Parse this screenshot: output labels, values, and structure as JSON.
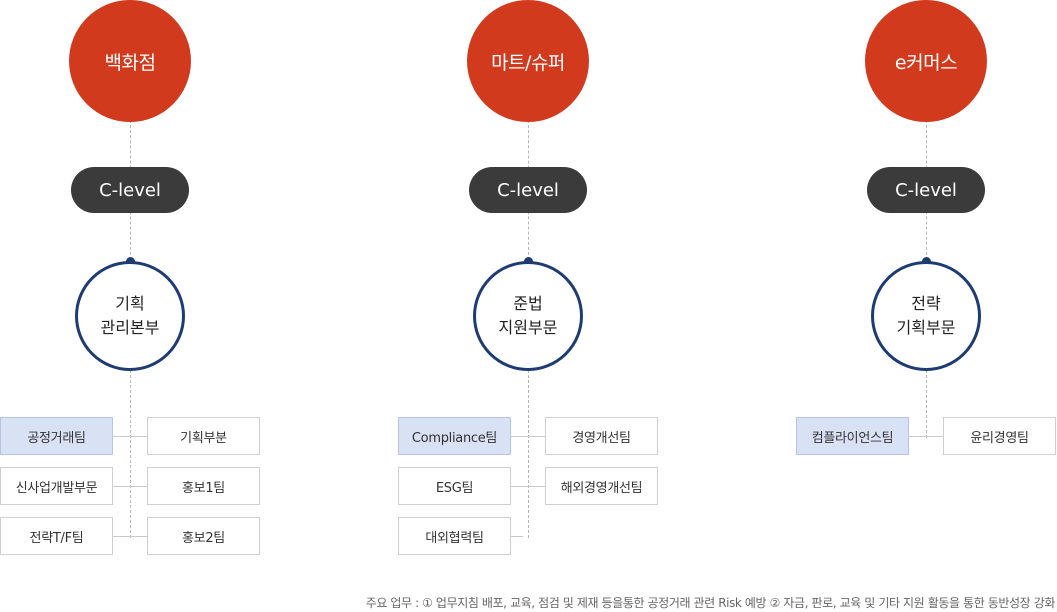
{
  "columns": [
    {
      "top": "백화점",
      "level": "C-level",
      "division_line1": "기획",
      "division_line2": "관리본부",
      "left_boxes": [
        "공정거래팀",
        "신사업개발부문",
        "전략T/F팀"
      ],
      "right_boxes": [
        "기획부분",
        "홍보1팀",
        "홍보2팀"
      ],
      "highlighted": "공정거래팀"
    },
    {
      "top": "마트/슈퍼",
      "level": "C-level",
      "division_line1": "준법",
      "division_line2": "지원부문",
      "left_boxes": [
        "Compliance팀",
        "ESG팀",
        "대외협력팀"
      ],
      "right_boxes": [
        "경영개선팀",
        "해외경영개선팀"
      ],
      "highlighted": "Compliance팀"
    },
    {
      "top": "e커머스",
      "level": "C-level",
      "division_line1": "전략",
      "division_line2": "기획부문",
      "left_boxes": [
        "컴플라이언스팀"
      ],
      "right_boxes": [
        "윤리경영팀"
      ],
      "highlighted": "컴플라이언스팀"
    }
  ],
  "footnote": "주요 업무 : ① 업무지침 배포, 교육, 점검 및 제재 등을통한 공정거래 관련 Risk 예방 ② 자금, 판로, 교육 및 기타 지원 활동을 통한 동반성장 강화",
  "colors": {
    "top_circle": "#d23a1e",
    "pill": "#3b3b3b",
    "ring": "#1e3c72",
    "highlight": "#d9e1f5"
  }
}
